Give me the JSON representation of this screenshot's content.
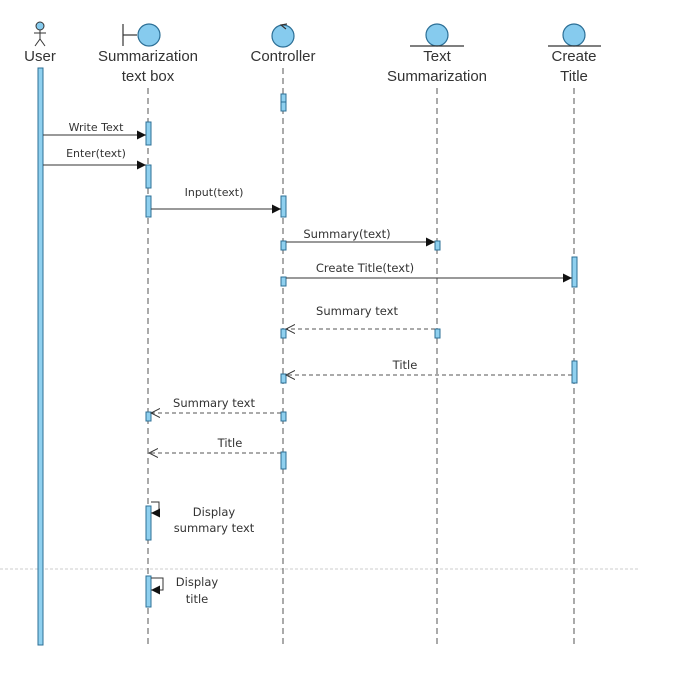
{
  "participants": {
    "user": "User",
    "textbox_line1": "Summarization",
    "textbox_line2": "text box",
    "controller": "Controller",
    "summarizer_line1": "Text",
    "summarizer_line2": "Summarization",
    "title_line1": "Create",
    "title_line2": "Title"
  },
  "messages": {
    "write_text": "Write Text",
    "enter_text": "Enter(text)",
    "input_text": "Input(text)",
    "summary_call": "Summary(text)",
    "create_title_call": "Create Title(text)",
    "summary_return": "Summary text",
    "title_return": "Title",
    "summary_to_textbox": "Summary text",
    "title_to_textbox": "Title",
    "display_summary_line1": "Display",
    "display_summary_line2": "summary text",
    "display_title_line1": "Display",
    "display_title_line2": "title"
  },
  "colors": {
    "activation_fill": "#8fd0ef",
    "icon_fill": "#86cbee",
    "outline": "#2c6f96"
  }
}
